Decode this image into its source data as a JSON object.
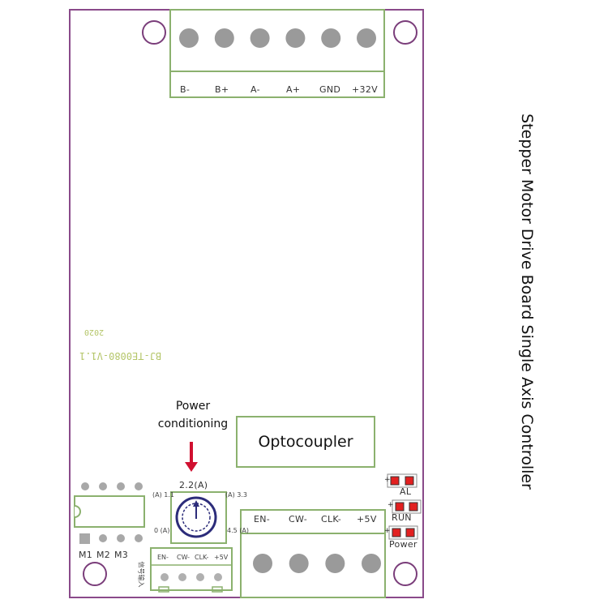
{
  "title": "Stepper Motor Drive Board Single Axis Controller",
  "version_text": "BJ-TE0080-V1.1",
  "version_year": "2020",
  "top_terminal_labels": [
    "B-",
    "B+",
    "A-",
    "A+",
    "GND",
    "+32V"
  ],
  "bottom_terminal_labels": [
    "EN-",
    "CW-",
    "CLK-",
    "+5V"
  ],
  "small_header_labels": [
    "EN-",
    "CW-",
    "CLK-",
    "+5V"
  ],
  "header_side_label": "信号输入",
  "optocoupler_label": "Optocoupler",
  "power_conditioning_label": "Power conditioning",
  "microstep_labels": [
    "M1",
    "M2",
    "M3"
  ],
  "pot_current_labels": {
    "top": "2.2(A)",
    "upper_left": "(A) 1.1",
    "upper_right": "(A) 3.3",
    "lower_left": "0 (A)",
    "lower_right": "4.5 (A)"
  },
  "led_labels": [
    "AL",
    "RUN",
    "Power"
  ],
  "colors": {
    "board_outline": "#8a4a8a",
    "terminal_outline": "#8bb16e",
    "terminal_pin": "#9a9a9a",
    "led_red": "#e22020",
    "arrow_red": "#d01030",
    "pot_knob": "#2c2c7a",
    "silkscreen_version": "#b5c66a"
  }
}
